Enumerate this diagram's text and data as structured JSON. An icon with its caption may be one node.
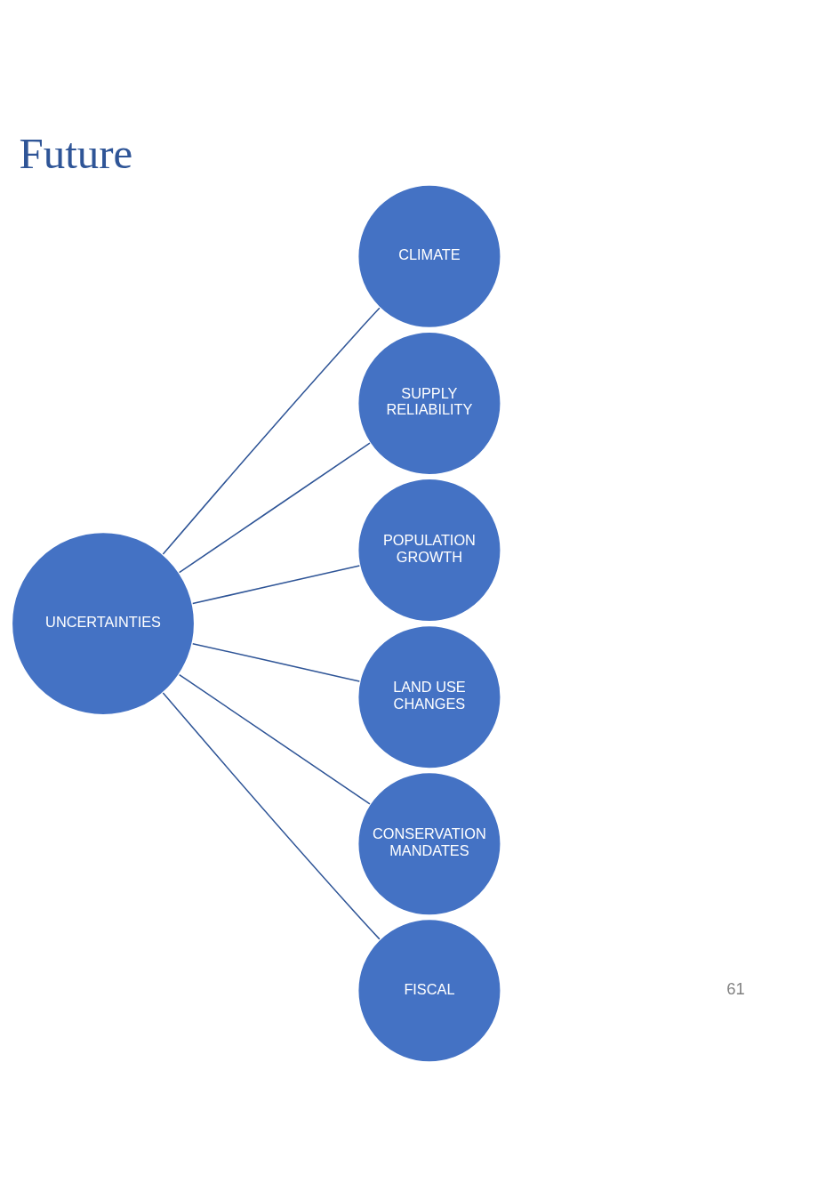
{
  "diagram": {
    "title": "Future",
    "nodes": [
      {
        "text": [
          "UNCERTAINTIES"
        ]
      },
      {
        "text": [
          "CLIMATE"
        ]
      },
      {
        "text": [
          "SUPPLY RELIABILITY"
        ]
      },
      {
        "text": [
          "POPULATION GROWTH"
        ]
      },
      {
        "text": [
          "LAND USE CHANGES"
        ]
      },
      {
        "text": [
          "CONSERVATION MANDATES"
        ]
      },
      {
        "text": [
          "FISCAL"
        ]
      }
    ],
    "edges": [
      {
        "from": 0,
        "to": 1,
        "arrow": "none"
      },
      {
        "from": 0,
        "to": 2,
        "arrow": "none"
      },
      {
        "from": 0,
        "to": 3,
        "arrow": "none"
      },
      {
        "from": 0,
        "to": 4,
        "arrow": "none"
      },
      {
        "from": 0,
        "to": 5,
        "arrow": "none"
      },
      {
        "from": 0,
        "to": 6,
        "arrow": "none"
      }
    ],
    "labels": [
      "61"
    ]
  }
}
